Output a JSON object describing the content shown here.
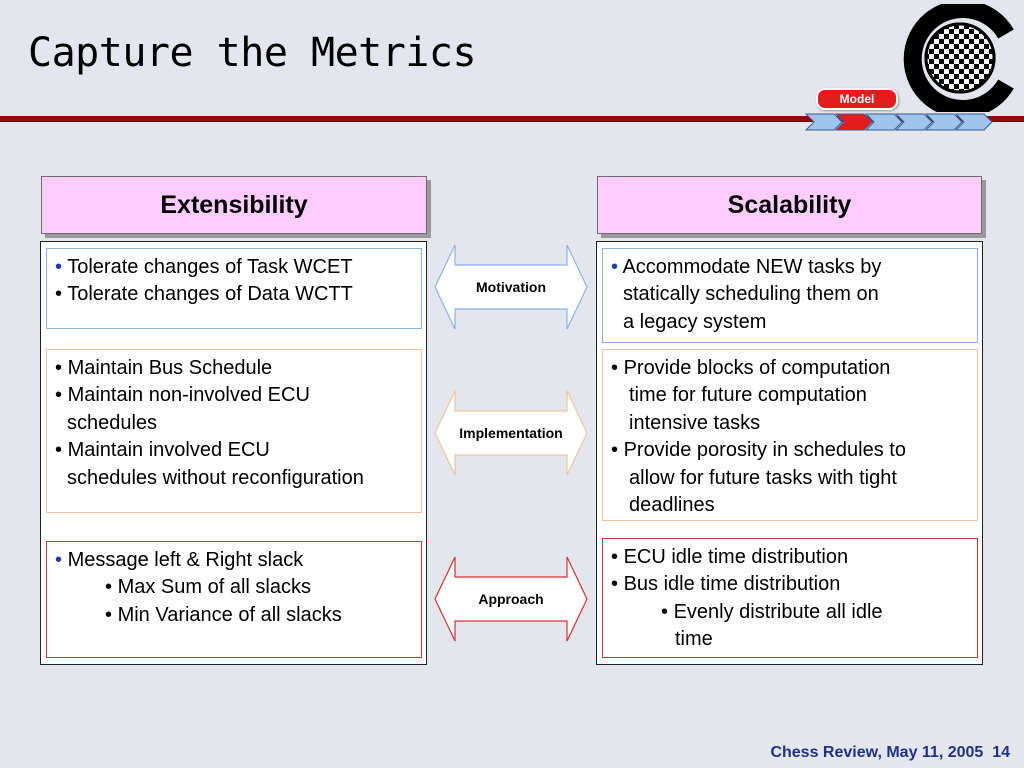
{
  "slide": {
    "title": "Capture the Metrics",
    "logo_badge": "Model",
    "footer": {
      "text": "Chess Review, May 11, 2005",
      "page_number": "14"
    },
    "colors": {
      "header_fill": "#ffccff",
      "title_rule": "#8b0d0d",
      "bullet_accent": "#1f3da8",
      "footer_text": "#1f2f8c",
      "badge": "#e51c1c"
    }
  },
  "columns": {
    "left": {
      "header": "Extensibility",
      "motivation": {
        "lines": [
          "Tolerate changes of Task WCET",
          "Tolerate changes of Data WCTT"
        ]
      },
      "implementation": {
        "lines": [
          "Maintain Bus Schedule",
          "Maintain non-involved ECU",
          "schedules",
          "Maintain involved ECU",
          "schedules without reconfiguration"
        ]
      },
      "approach": {
        "lines": [
          "Message left & Right slack",
          "Max Sum of all slacks",
          "Min Variance of all slacks"
        ]
      }
    },
    "right": {
      "header": "Scalability",
      "motivation": {
        "lines": [
          "Accommodate NEW tasks by",
          "statically scheduling them on",
          "a legacy system"
        ]
      },
      "implementation": {
        "lines": [
          "Provide blocks of computation",
          "time for future computation",
          "intensive tasks",
          "Provide porosity in schedules to",
          "allow for future tasks with tight",
          "deadlines"
        ]
      },
      "approach": {
        "lines": [
          "ECU idle time distribution",
          "Bus idle time distribution",
          "Evenly distribute all idle",
          "time"
        ]
      }
    }
  },
  "arrows": {
    "motivation": "Motivation",
    "implementation": "Implementation",
    "approach": "Approach"
  }
}
